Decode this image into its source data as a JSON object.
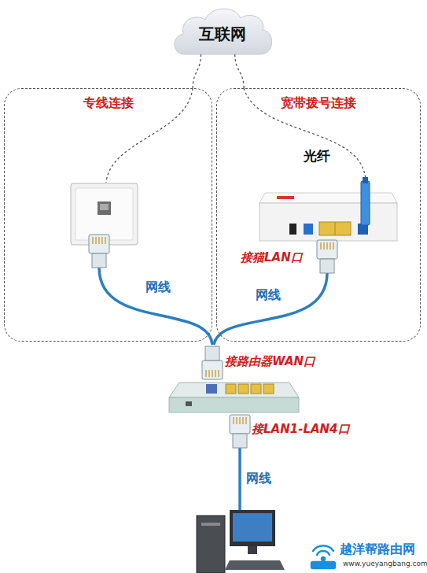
{
  "diagram": {
    "nodes": [
      {
        "text": [
          "互联网"
        ]
      },
      {
        "text": [
          "专线连接"
        ]
      },
      {
        "text": [
          "宽带拨号连接"
        ]
      }
    ],
    "edges": [
      {
        "from": 0,
        "to": 1,
        "arrow": "none"
      },
      {
        "from": 0,
        "to": 2,
        "arrow": "none"
      }
    ],
    "labels": [
      "光纤",
      "接猫LAN口",
      "网线",
      "网线",
      "接路由器WAN口",
      "接LAN1-LAN4口",
      "网线",
      "越洋帮路由网",
      "www.yueyangbang.com"
    ]
  }
}
